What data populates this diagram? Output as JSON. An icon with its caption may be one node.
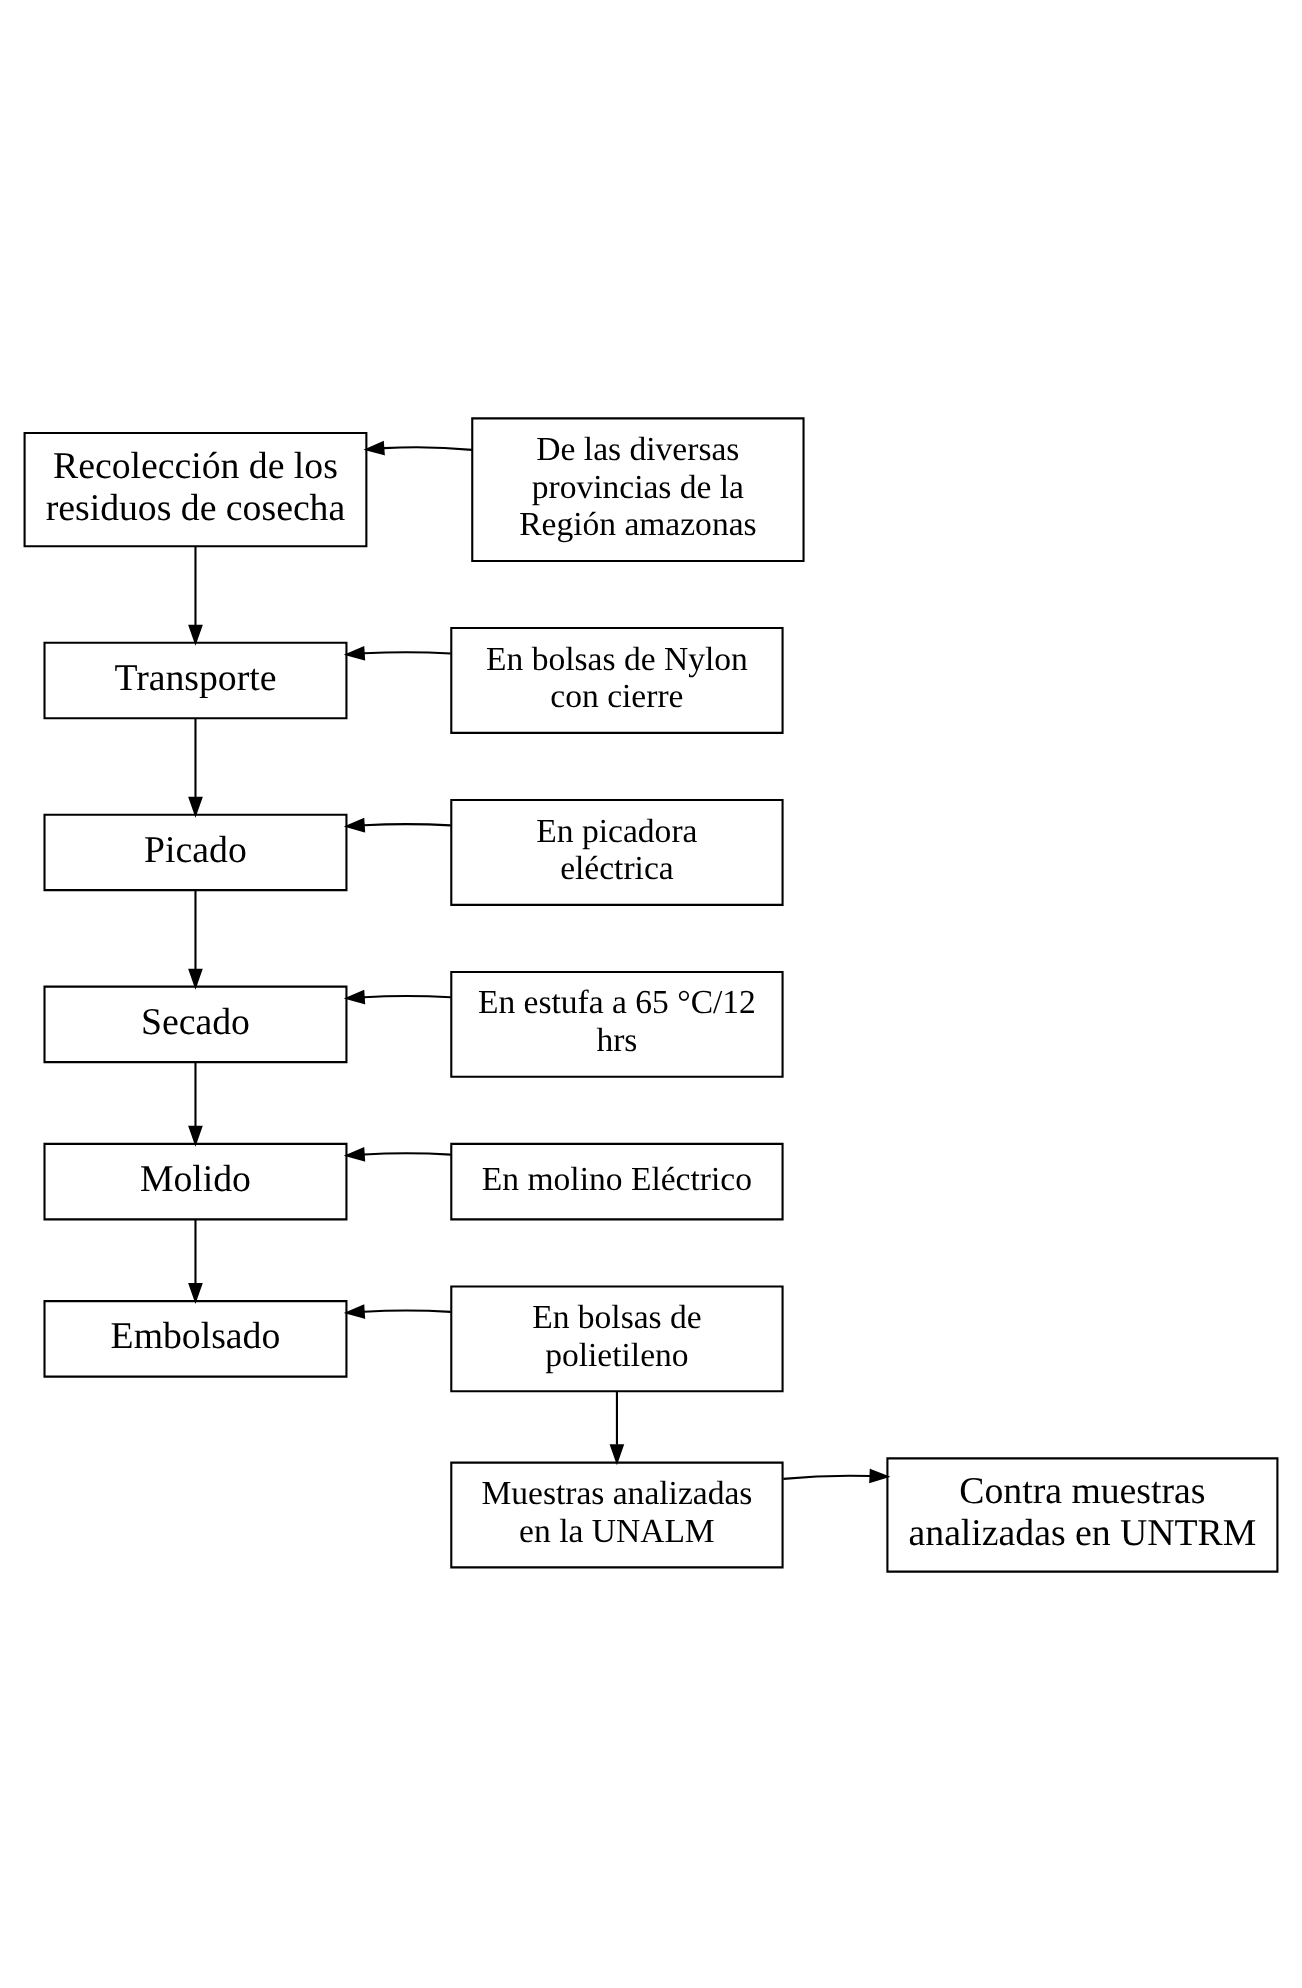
{
  "diagram": {
    "nodes": [
      {
        "text": [
          "Recolección de los residuos de cosecha"
        ]
      },
      {
        "text": [
          "De las diversas provincias de la Región amazonas"
        ]
      },
      {
        "text": [
          "Transporte"
        ]
      },
      {
        "text": [
          "En bolsas de Nylon con cierre"
        ]
      },
      {
        "text": [
          "Picado"
        ]
      },
      {
        "text": [
          "En picadora eléctrica"
        ]
      },
      {
        "text": [
          "Secado"
        ]
      },
      {
        "text": [
          "En estufa a 65 °C/12 hrs"
        ]
      },
      {
        "text": [
          "Molido"
        ]
      },
      {
        "text": [
          "En molino Eléctrico"
        ]
      },
      {
        "text": [
          "Embolsado"
        ]
      },
      {
        "text": [
          "En bolsas de polietileno"
        ]
      },
      {
        "text": [
          "Contra muestras analizadas en UNTRM"
        ]
      },
      {
        "text": [
          "Muestras analizadas en la UNALM"
        ]
      }
    ],
    "edges": [
      {
        "from": 1,
        "to": 0,
        "arrow": "to"
      },
      {
        "from": 0,
        "to": 2,
        "arrow": "to"
      },
      {
        "from": 3,
        "to": 2,
        "arrow": "to"
      },
      {
        "from": 2,
        "to": 4,
        "arrow": "to"
      },
      {
        "from": 5,
        "to": 4,
        "arrow": "to"
      },
      {
        "from": 4,
        "to": 6,
        "arrow": "to"
      },
      {
        "from": 7,
        "to": 6,
        "arrow": "to"
      },
      {
        "from": 6,
        "to": 8,
        "arrow": "to"
      },
      {
        "from": 9,
        "to": 8,
        "arrow": "to"
      },
      {
        "from": 8,
        "to": 10,
        "arrow": "to"
      },
      {
        "from": 11,
        "to": 10,
        "arrow": "to"
      },
      {
        "from": 11,
        "to": 13,
        "arrow": "to"
      },
      {
        "from": 13,
        "to": 12,
        "arrow": "to"
      }
    ]
  }
}
